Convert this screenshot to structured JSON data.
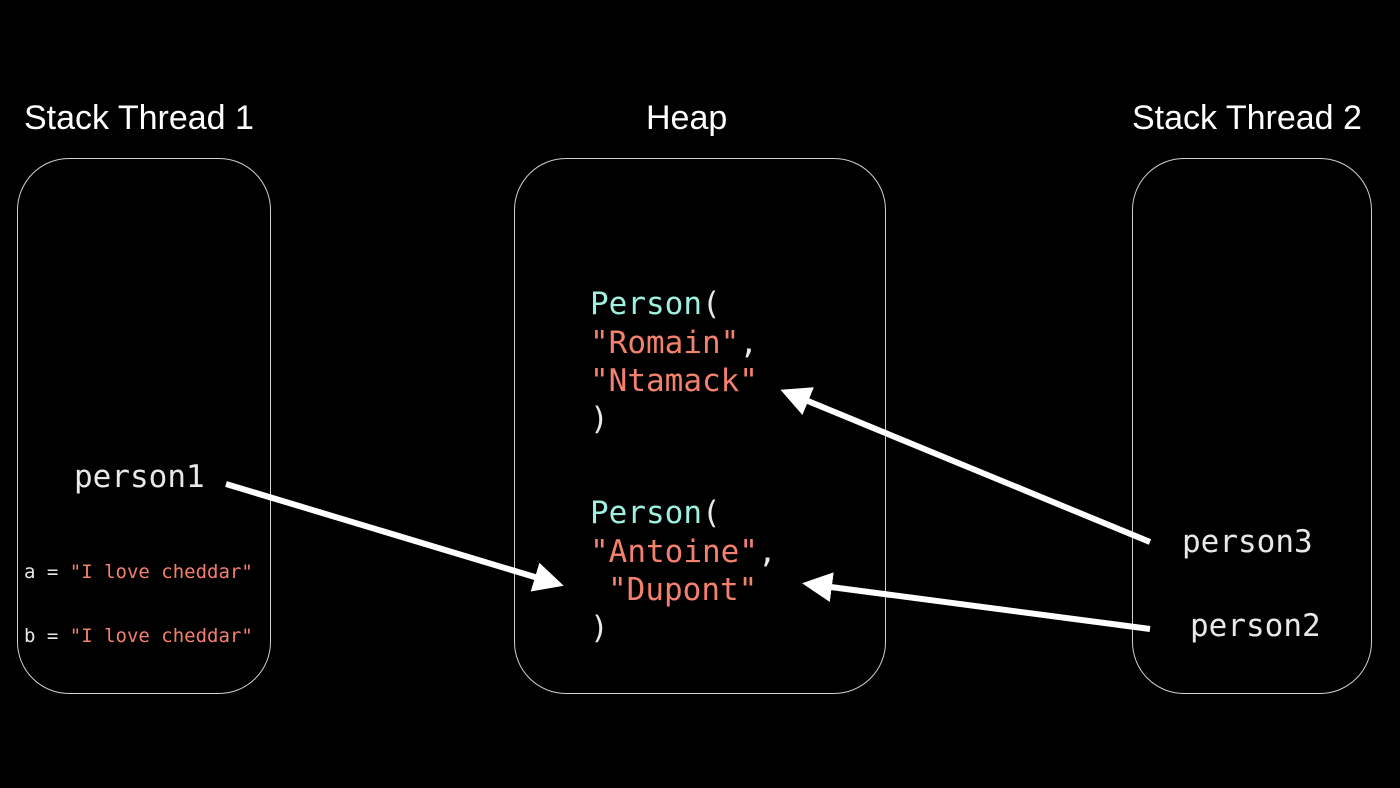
{
  "columns": {
    "stack1_title": "Stack Thread 1",
    "heap_title": "Heap",
    "stack2_title": "Stack Thread 2"
  },
  "heap": {
    "objects": [
      {
        "class_name": "Person",
        "open_paren": "(",
        "arg1": "\"Romain\"",
        "comma": ",",
        "arg2": "\"Ntamack\"",
        "close_paren": ")"
      },
      {
        "class_name": "Person",
        "open_paren": "(",
        "arg1": "\"Antoine\"",
        "comma": ",",
        "arg2": "\"Dupont\"",
        "close_paren": ")"
      }
    ]
  },
  "stack1": {
    "reference": "person1",
    "locals": [
      {
        "name": "a",
        "op": " = ",
        "value": "\"I love cheddar\""
      },
      {
        "name": "b",
        "op": " = ",
        "value": "\"I love cheddar\""
      }
    ]
  },
  "stack2": {
    "references": [
      "person3",
      "person2"
    ]
  },
  "colors": {
    "background": "#000000",
    "class_name": "#9ff0e0",
    "string_literal": "#f4806e",
    "text": "#e8e8e8",
    "arrow": "#ffffff",
    "box_border": "#cfcfcf"
  }
}
